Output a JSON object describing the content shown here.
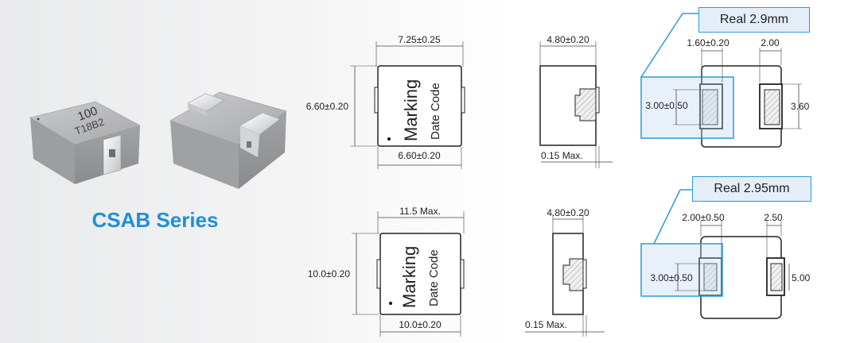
{
  "series_title": "CSAB Series",
  "product_marking": {
    "line1": "100",
    "line2": "T18B2"
  },
  "top_row": {
    "front": {
      "width": "7.25±0.25",
      "height": "6.60±0.20",
      "bottom_width": "6.60±0.20",
      "marking": "Marking",
      "date_code": "Date Code"
    },
    "side": {
      "depth": "4.80±0.20",
      "terminal_thickness": "0.15 Max."
    },
    "pad": {
      "real": "Real 2.9mm",
      "pad_width": "1.60±0.20",
      "gap": "2.00",
      "pad_height": "3.00±0.50",
      "total_height": "3.60"
    }
  },
  "bottom_row": {
    "front": {
      "width": "11.5 Max.",
      "height": "10.0±0.20",
      "bottom_width": "10.0±0.20",
      "marking": "Marking",
      "date_code": "Date Code"
    },
    "side": {
      "depth": "4.80±0.20",
      "terminal_thickness": "0.15 Max."
    },
    "pad": {
      "real": "Real 2.95mm",
      "pad_width": "2.00±0.50",
      "gap": "2.50",
      "pad_height": "3.00±0.50",
      "total_height": "5.00"
    }
  },
  "colors": {
    "accent": "#1f8fd6",
    "callout_border": "#2a9ad8",
    "callout_fill": "#e4eef8",
    "line": "#333333"
  }
}
